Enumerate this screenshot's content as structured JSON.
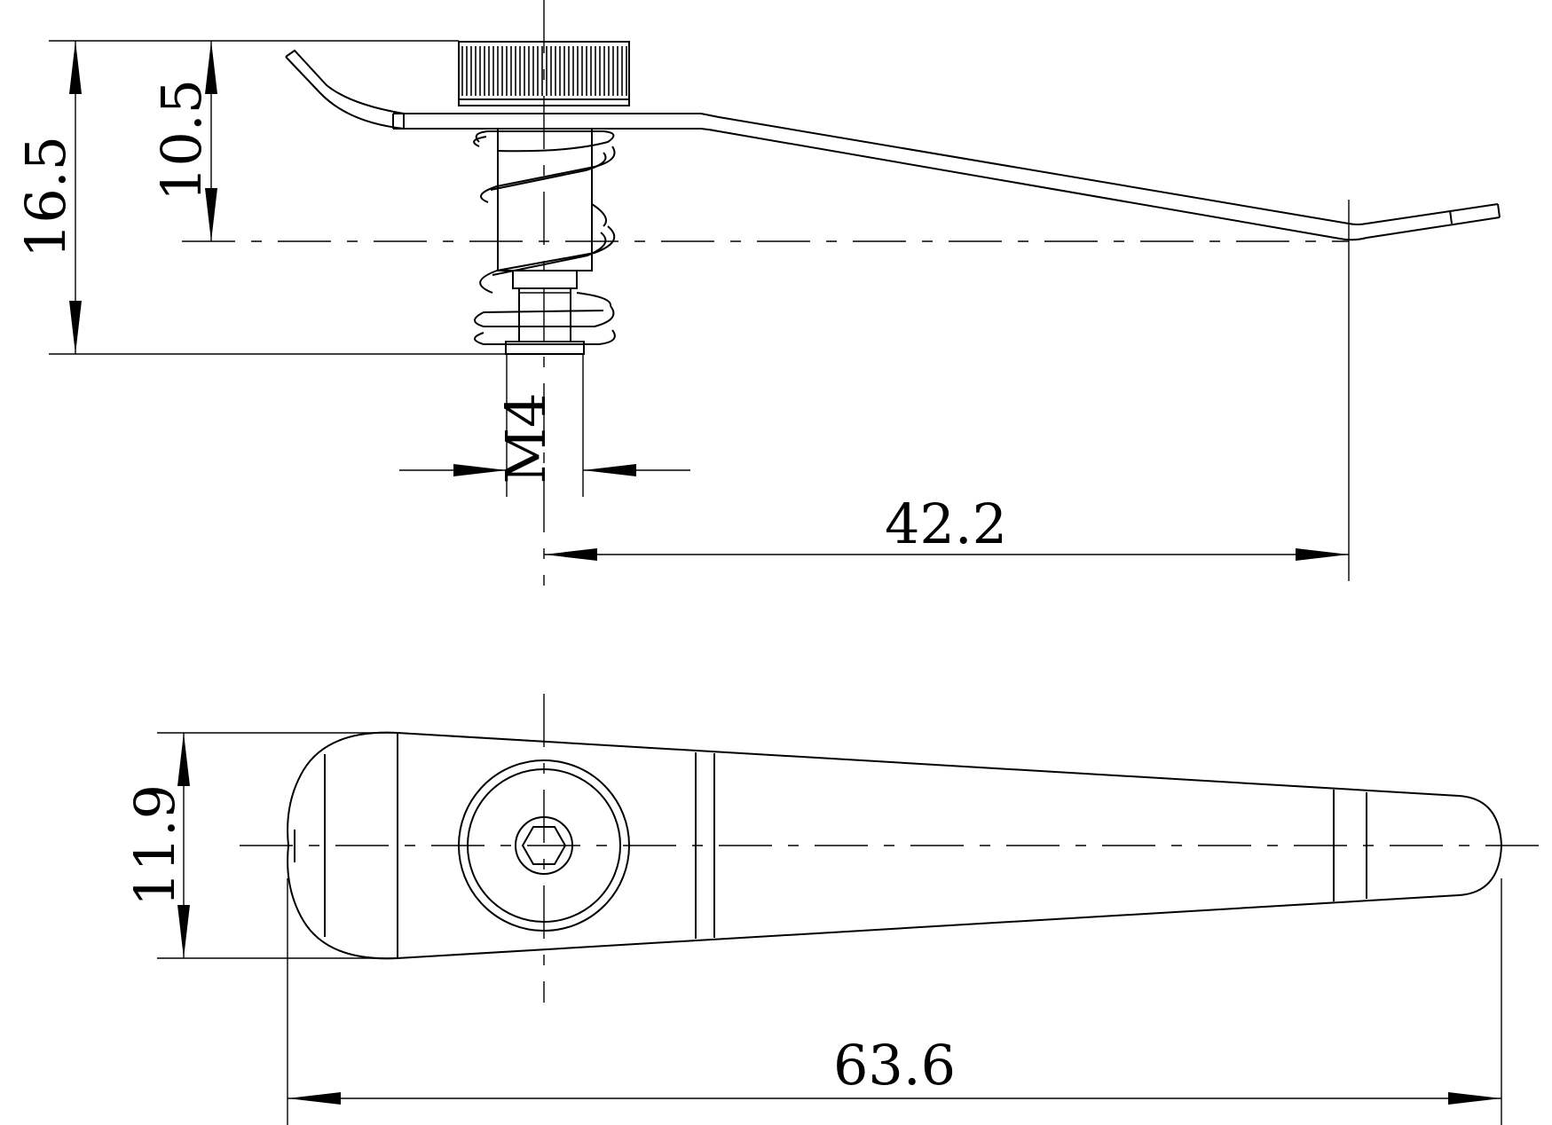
{
  "dimensions": {
    "overall_height": "16.5",
    "lever_height": "10.5",
    "thread": "M4",
    "lever_reach": "42.2",
    "lever_width": "11.9",
    "overall_length": "63.6"
  }
}
